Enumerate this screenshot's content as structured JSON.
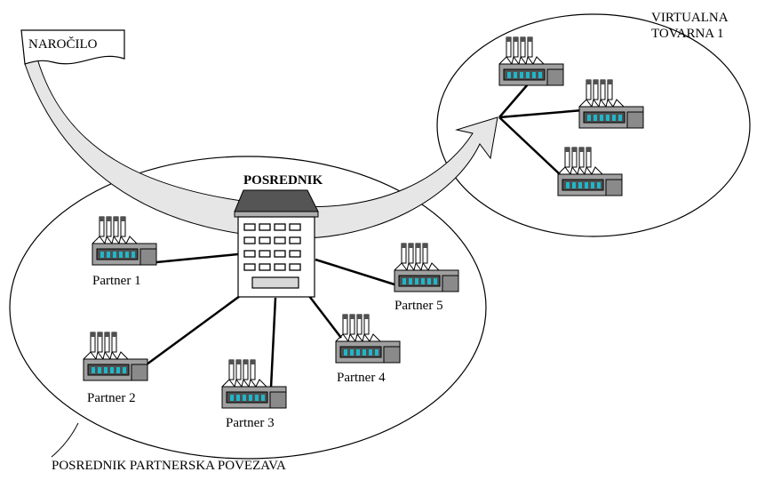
{
  "order_label": "NAROČILO",
  "broker_label": "POSREDNIK",
  "virtual_factory": {
    "line1": "VIRTUALNA",
    "line2": "TOVARNA 1"
  },
  "network_label": "POSREDNIK PARTNERSKA POVEZAVA",
  "partners": [
    {
      "label": "Partner 1"
    },
    {
      "label": "Partner 2"
    },
    {
      "label": "Partner 3"
    },
    {
      "label": "Partner 4"
    },
    {
      "label": "Partner 5"
    }
  ],
  "colors": {
    "arrow_fill": "#e6e6e6",
    "factory_body": "#a0a0a0",
    "factory_dark": "#505050",
    "factory_window": "#1fb6c9",
    "building_roof": "#555555",
    "line": "#000000"
  }
}
